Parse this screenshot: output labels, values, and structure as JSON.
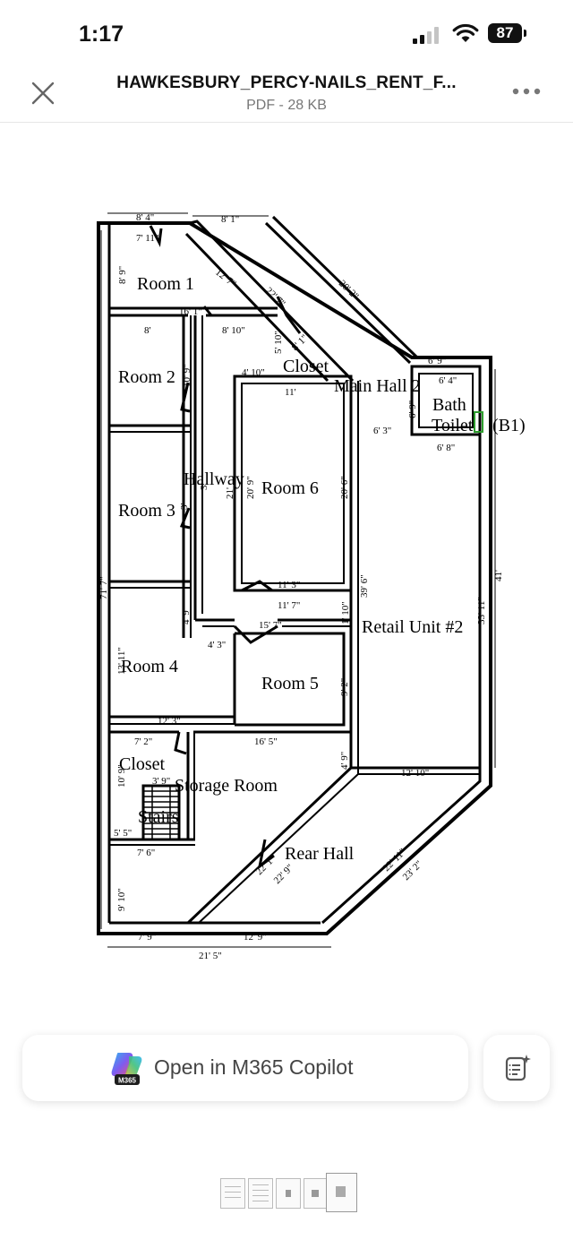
{
  "status_bar": {
    "time": "1:17",
    "battery": "87"
  },
  "header": {
    "title": "HAWKESBURY_PERCY-NAILS_RENT_F...",
    "subtitle": "PDF - 28 KB",
    "close_icon": "close-icon",
    "more_icon": "more-options-icon"
  },
  "floor_plan": {
    "rooms": {
      "room1": "Room 1",
      "room2": "Room 2",
      "room3": "Room 3",
      "room4": "Room 4",
      "room5": "Room 5",
      "room6": "Room 6",
      "hallway": "Hallway",
      "closet_top": "Closet",
      "main_hall2": "Main Hall 2",
      "bath": "Bath",
      "toilet": "Toilet",
      "b1": "(B1)",
      "retail_unit": "Retail Unit #2",
      "closet_bottom": "Closet",
      "storage_room": "Storage Room",
      "stairs": "Stairs",
      "rear_hall": "Rear Hall"
    },
    "dimensions": {
      "d_8_4": "8' 4\"",
      "d_8_1": "8' 1\"",
      "d_7_11": "7' 11\"",
      "d_8_9": "8' 9\"",
      "d_12_7": "12' 7\"",
      "d_22_7": "22' 7\"",
      "d_20_2": "20' 2\"",
      "d_16_1": "16' 1\"",
      "d_8": "8'",
      "d_8_10": "8' 10\"",
      "d_5_10": "5' 10\"",
      "d_8_1b": "8' 1\"",
      "d_4_10": "4' 10\"",
      "d_11": "11'",
      "d_10_9": "10' 9\"",
      "d_6_9": "6' 9\"",
      "d_6_4": "6' 4\"",
      "d_6_9b": "6' 9\"",
      "d_6_3": "6' 3\"",
      "d_6_8": "6' 8\"",
      "d_3": "3'",
      "d_21": "21'",
      "d_20_9": "20' 9\"",
      "d_20_6": "20' 6\"",
      "d_3b": "3'",
      "d_41": "41'",
      "d_71_7": "71' 7\"",
      "d_11_3": "11' 3\"",
      "d_11_7": "11' 7\"",
      "d_39_6": "39' 6\"",
      "d_33_11": "33' 11\"",
      "d_4_9": "4' 9\"",
      "d_15_7": "15' 7\"",
      "d_1_10": "1' 10\"",
      "d_4_3": "4' 3\"",
      "d_13_11": "13' 11\"",
      "d_9_2": "9' 2\"",
      "d_12_3": "12' 3\"",
      "d_7_2": "7' 2\"",
      "d_16_5": "16' 5\"",
      "d_4_9b": "4' 9\"",
      "d_10_9b": "10' 9\"",
      "d_3_9": "3' 9\"",
      "d_12_10": "12' 10\"",
      "d_5_5": "5' 5\"",
      "d_7_6": "7' 6\"",
      "d_22_1": "22' 1\"",
      "d_22_9": "22' 9\"",
      "d_22_11": "22' 11\"",
      "d_23_2": "23' 2\"",
      "d_9_10": "9' 10\"",
      "d_7_9": "7' 9\"",
      "d_12_9": "12' 9\"",
      "d_21_5": "21' 5\""
    }
  },
  "actions": {
    "copilot_label": "Open in M365 Copilot",
    "copilot_badge": "M365",
    "notes_icon": "ai-summary-icon"
  },
  "page_count": 5,
  "current_page": 5
}
